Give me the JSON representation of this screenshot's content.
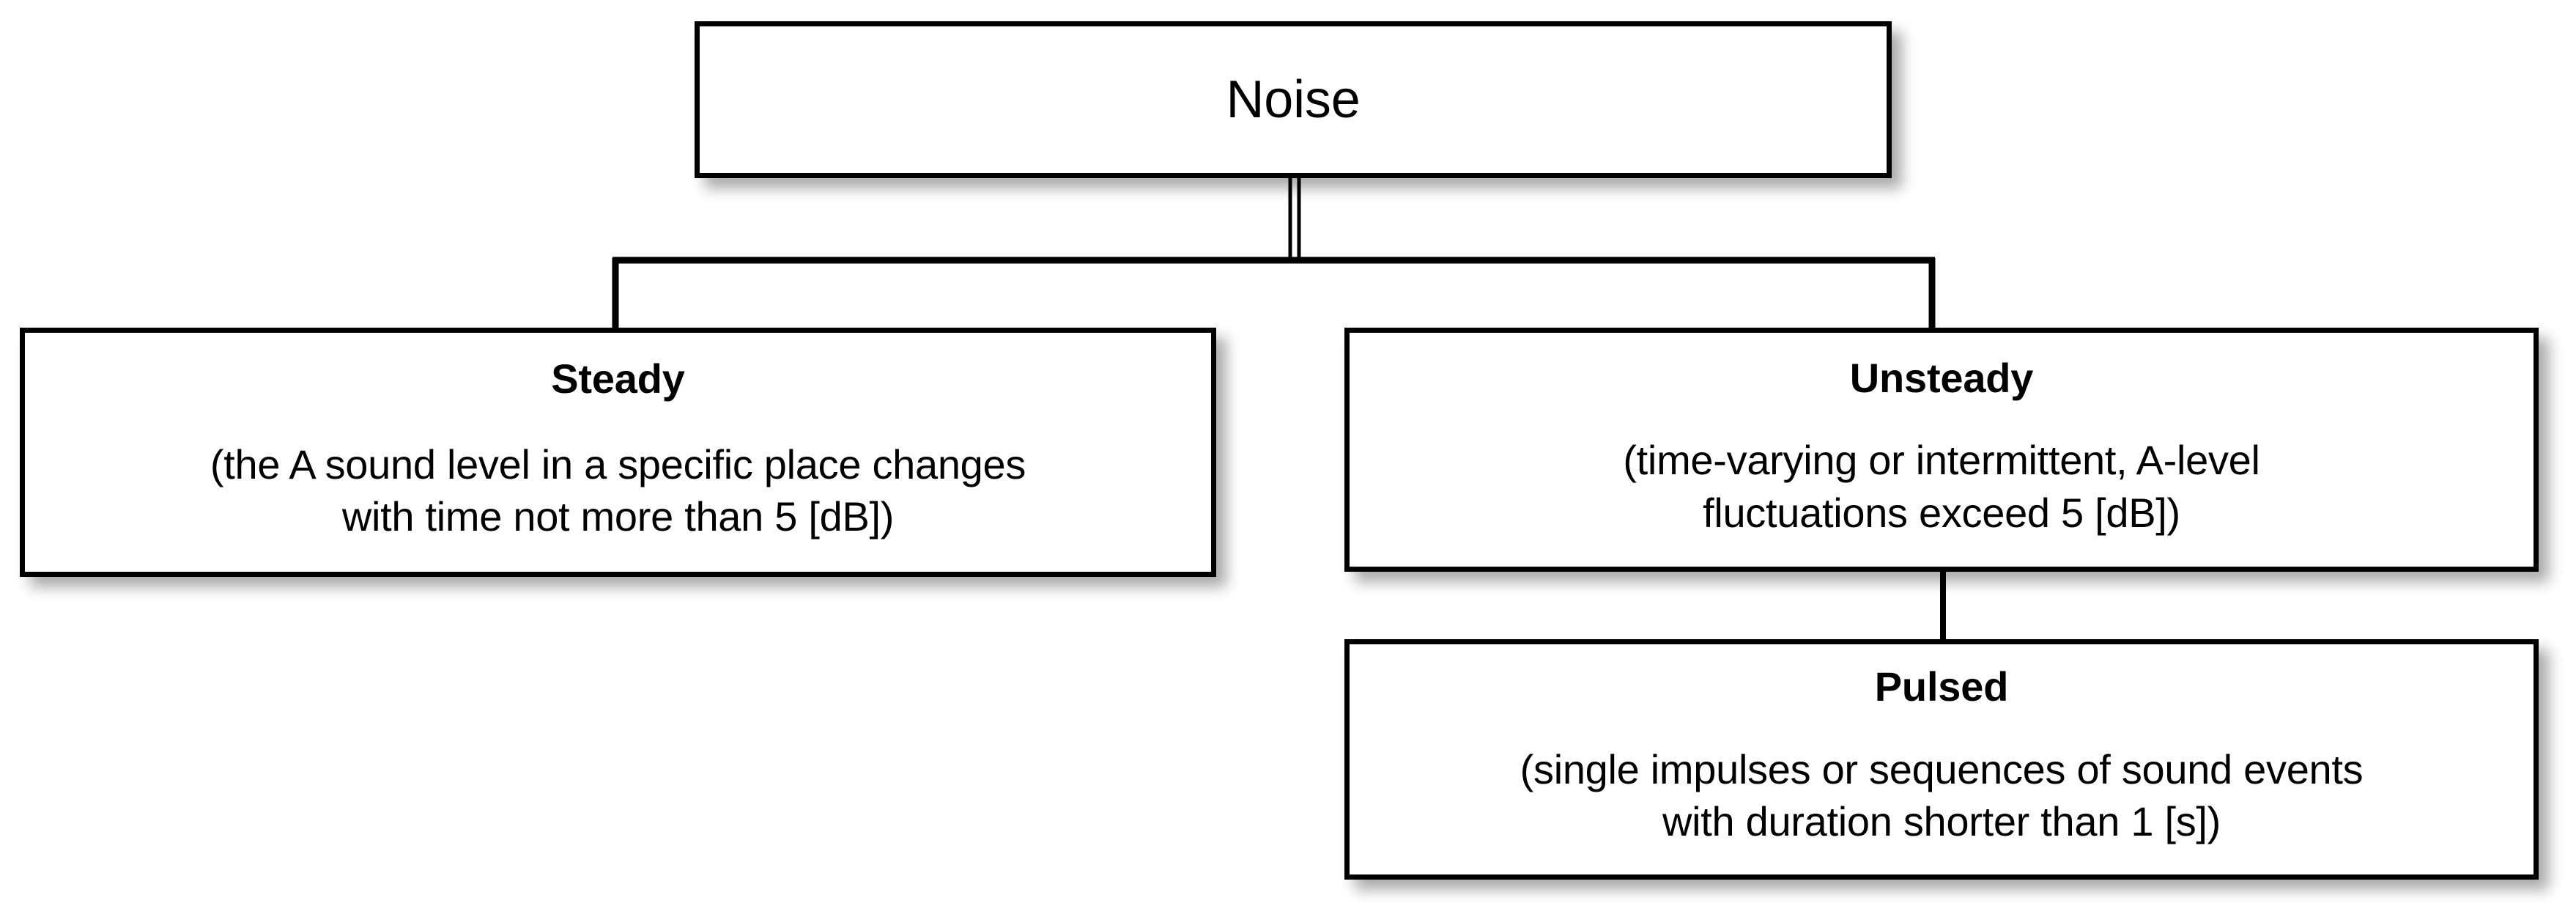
{
  "diagram": {
    "title": "Noise classification tree",
    "background_color": "#ffffff",
    "line_color": "#000000",
    "text_color": "#000000"
  },
  "nodes": {
    "noise": {
      "label": "Noise",
      "description_lines": []
    },
    "steady": {
      "label": "Steady",
      "description_lines": [
        "(the A sound level in a specific place changes",
        "with time not more than 5 [dB])"
      ]
    },
    "unsteady": {
      "label": "Unsteady",
      "description_lines": [
        "(time-varying or intermittent, A-level",
        "fluctuations exceed 5 [dB])"
      ]
    },
    "pulsed": {
      "label": "Pulsed",
      "description_lines": [
        "(single impulses or sequences of sound events",
        "with duration shorter than 1 [s])"
      ]
    }
  },
  "edges": [
    {
      "from": "noise",
      "to": "steady"
    },
    {
      "from": "noise",
      "to": "unsteady"
    },
    {
      "from": "unsteady",
      "to": "pulsed"
    }
  ]
}
